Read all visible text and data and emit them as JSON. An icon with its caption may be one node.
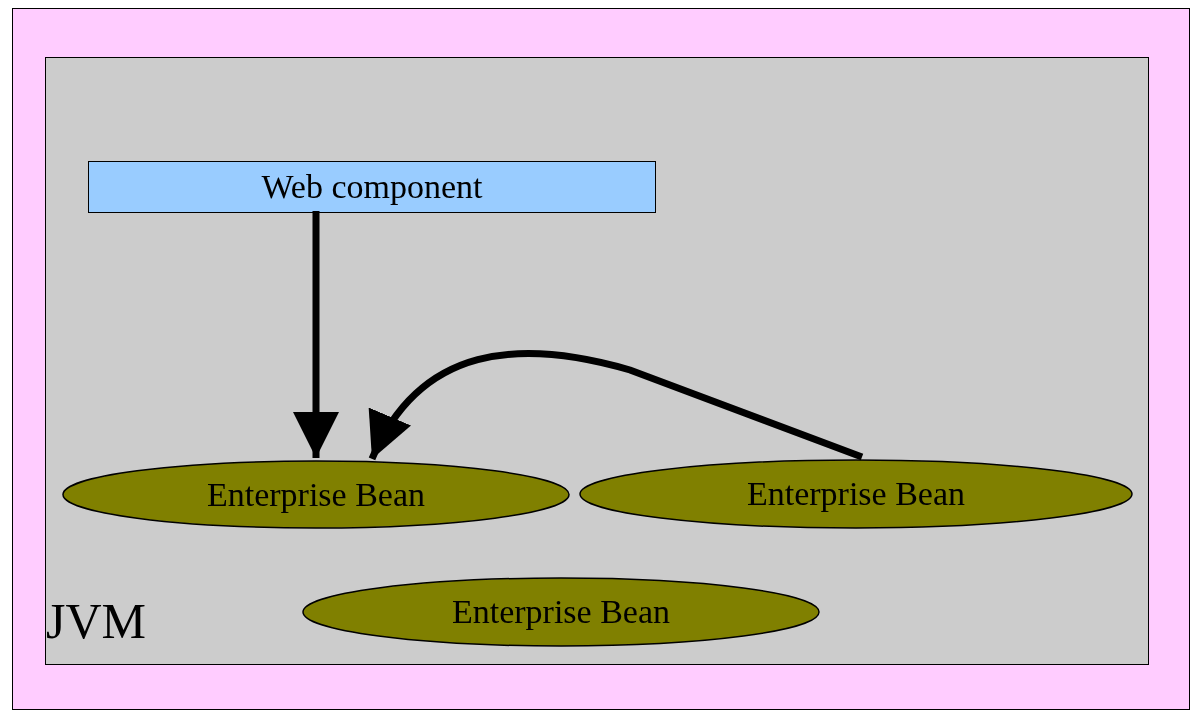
{
  "diagram": {
    "nodes": [
      {
        "text": [],
        "shape": "box"
      },
      {
        "text": [
          "JVM"
        ],
        "in": 0
      },
      {
        "text": [
          "Web component"
        ],
        "in": 1
      },
      {
        "text": [
          "Enterprise Bean"
        ],
        "in": 1
      },
      {
        "text": [
          "Enterprise Bean"
        ],
        "in": 1
      },
      {
        "text": [
          "Enterprise Bean"
        ],
        "in": 1
      }
    ],
    "edges": [
      {
        "from": 2,
        "to": 3,
        "arrow": "to"
      },
      {
        "from": 4,
        "to": 3,
        "arrow": "to"
      }
    ]
  }
}
